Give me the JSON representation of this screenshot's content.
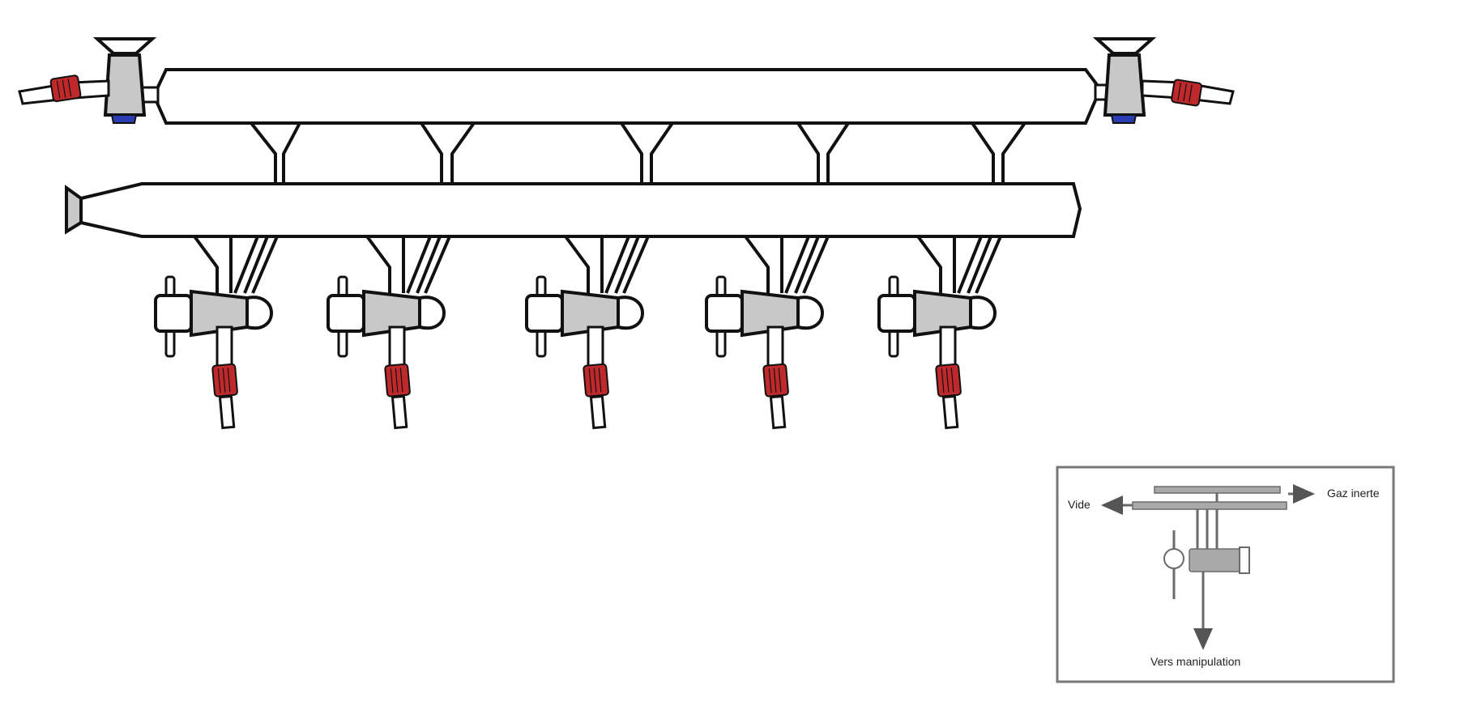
{
  "diagram": {
    "description_type": "schlenk-line",
    "stopcock_count": 5,
    "colors": {
      "glass_outline": "#111111",
      "stopcock_plug": "#c8c8c8",
      "septum": "#c0292b",
      "end_cap": "#2a3db0"
    }
  },
  "inset": {
    "label_vacuum": "Vide",
    "label_inert_gas": "Gaz inerte",
    "label_to_manipulation": "Vers manipulation"
  }
}
